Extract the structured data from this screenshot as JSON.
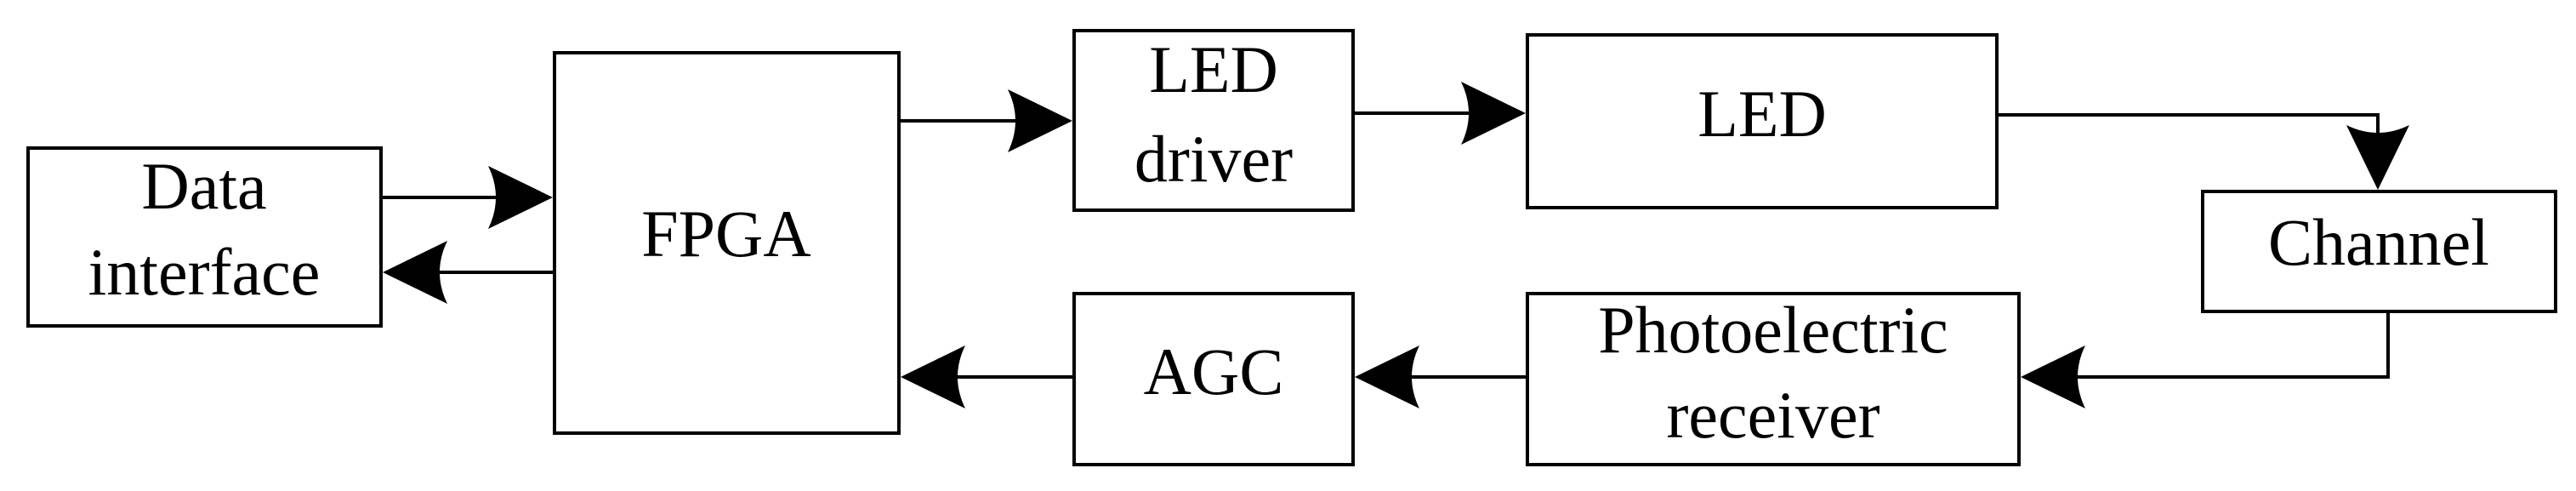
{
  "diagram": {
    "blocks": {
      "data_interface": {
        "line1": "Data",
        "line2": "interface"
      },
      "fpga": {
        "label": "FPGA"
      },
      "led_driver": {
        "line1": "LED",
        "line2": "driver"
      },
      "led": {
        "label": "LED"
      },
      "channel": {
        "label": "Channel"
      },
      "photoelectric_receiver": {
        "line1": "Photoelectric",
        "line2": "receiver"
      },
      "agc": {
        "label": "AGC"
      }
    },
    "connections": [
      {
        "from": "Data interface",
        "to": "FPGA"
      },
      {
        "from": "FPGA",
        "to": "Data interface"
      },
      {
        "from": "FPGA",
        "to": "LED driver"
      },
      {
        "from": "LED driver",
        "to": "LED"
      },
      {
        "from": "LED",
        "to": "Channel"
      },
      {
        "from": "Channel",
        "to": "Photoelectric receiver"
      },
      {
        "from": "Photoelectric receiver",
        "to": "AGC"
      },
      {
        "from": "AGC",
        "to": "FPGA"
      }
    ]
  }
}
